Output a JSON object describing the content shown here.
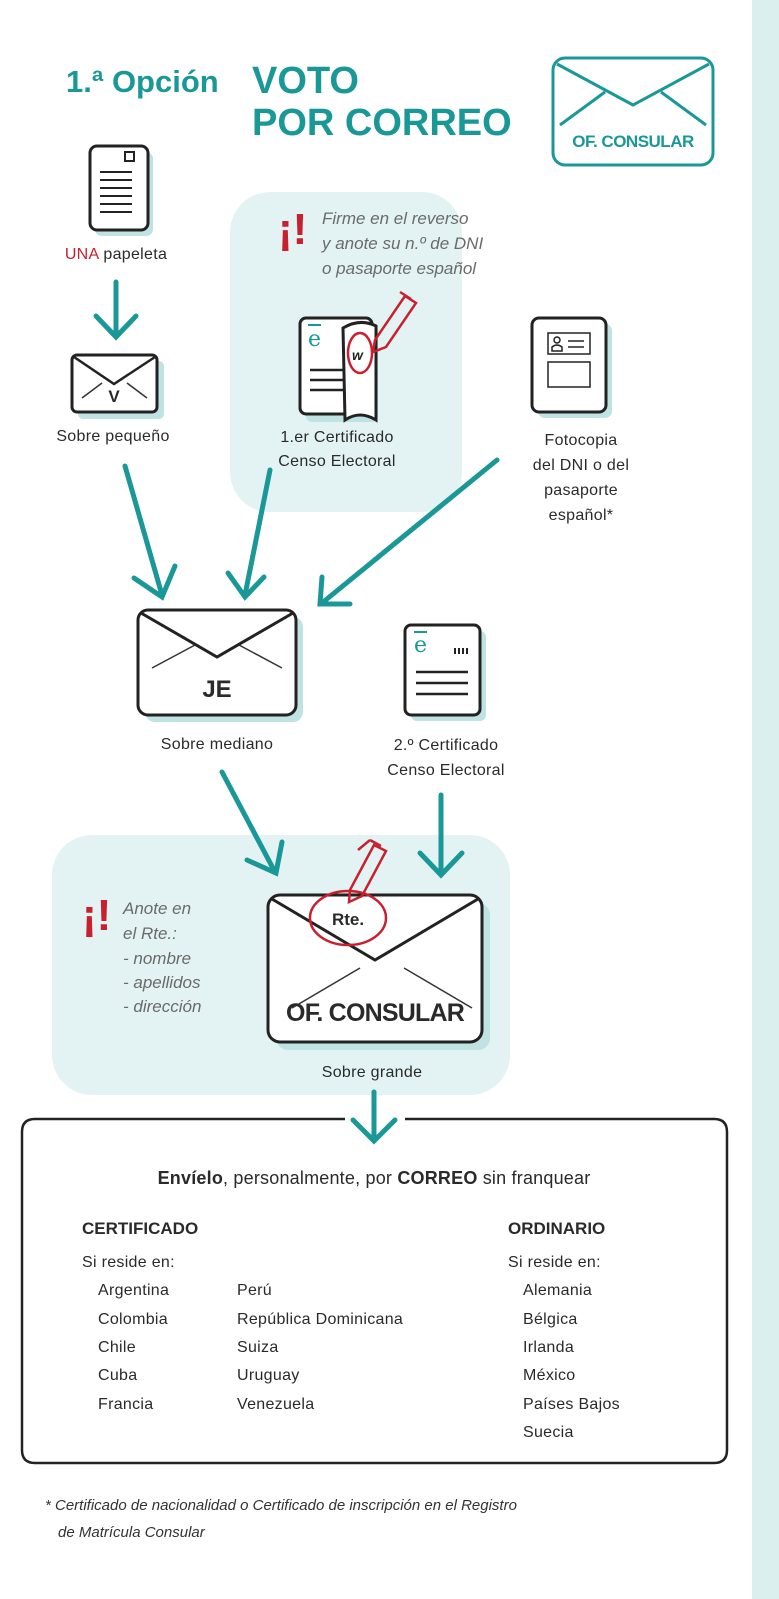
{
  "header": {
    "option": "1.ª Opción",
    "title_line1": "VOTO",
    "title_line2": "POR CORREO",
    "badge_label": "OF. CONSULAR"
  },
  "items": {
    "ballot": {
      "highlight": "UNA",
      "label": " papeleta"
    },
    "small_envelope": {
      "mark": "V",
      "label": "Sobre pequeño"
    },
    "notice1": {
      "icon": "¡!",
      "lines": [
        "Firme en el reverso",
        "y anote su n.º de DNI",
        "o pasaporte español"
      ]
    },
    "certificate1": {
      "lines": [
        "1.er Certificado",
        "Censo Electoral"
      ]
    },
    "photocopy": {
      "lines": [
        "Fotocopia",
        "del DNI o del",
        "pasaporte",
        "español*"
      ]
    },
    "medium_envelope": {
      "mark": "JE",
      "label": "Sobre mediano"
    },
    "certificate2": {
      "lines": [
        "2.º Certificado",
        "Censo Electoral"
      ]
    },
    "notice2": {
      "icon": "¡!",
      "lines": [
        "Anote en",
        "el Rte.:",
        "- nombre",
        "- apellidos",
        "- dirección"
      ]
    },
    "large_envelope": {
      "rte": "Rte.",
      "mark": "OF. CONSULAR",
      "label": "Sobre grande"
    }
  },
  "shipping": {
    "headline_bold1": "Envíelo",
    "headline_mid": ", personalmente, por ",
    "headline_bold2": "CORREO",
    "headline_end": " sin franquear",
    "certificado": {
      "title": "CERTIFICADO",
      "subtitle": "Si reside en:",
      "col1": [
        "Argentina",
        "Colombia",
        "Chile",
        "Cuba",
        "Francia"
      ],
      "col2": [
        "Perú",
        "República Dominicana",
        "Suiza",
        "Uruguay",
        "Venezuela"
      ]
    },
    "ordinario": {
      "title": "ORDINARIO",
      "subtitle": "Si reside en:",
      "countries": [
        "Alemania",
        "Bélgica",
        "Irlanda",
        "México",
        "Países Bajos",
        "Suecia"
      ]
    }
  },
  "footnote": {
    "line1": "* Certificado de nacionalidad o Certificado de inscripción en el Registro",
    "line2": "de Matrícula Consular"
  },
  "colors": {
    "accent": "#1a9898",
    "alert": "#c8202e",
    "panel": "#e3f3f3"
  }
}
